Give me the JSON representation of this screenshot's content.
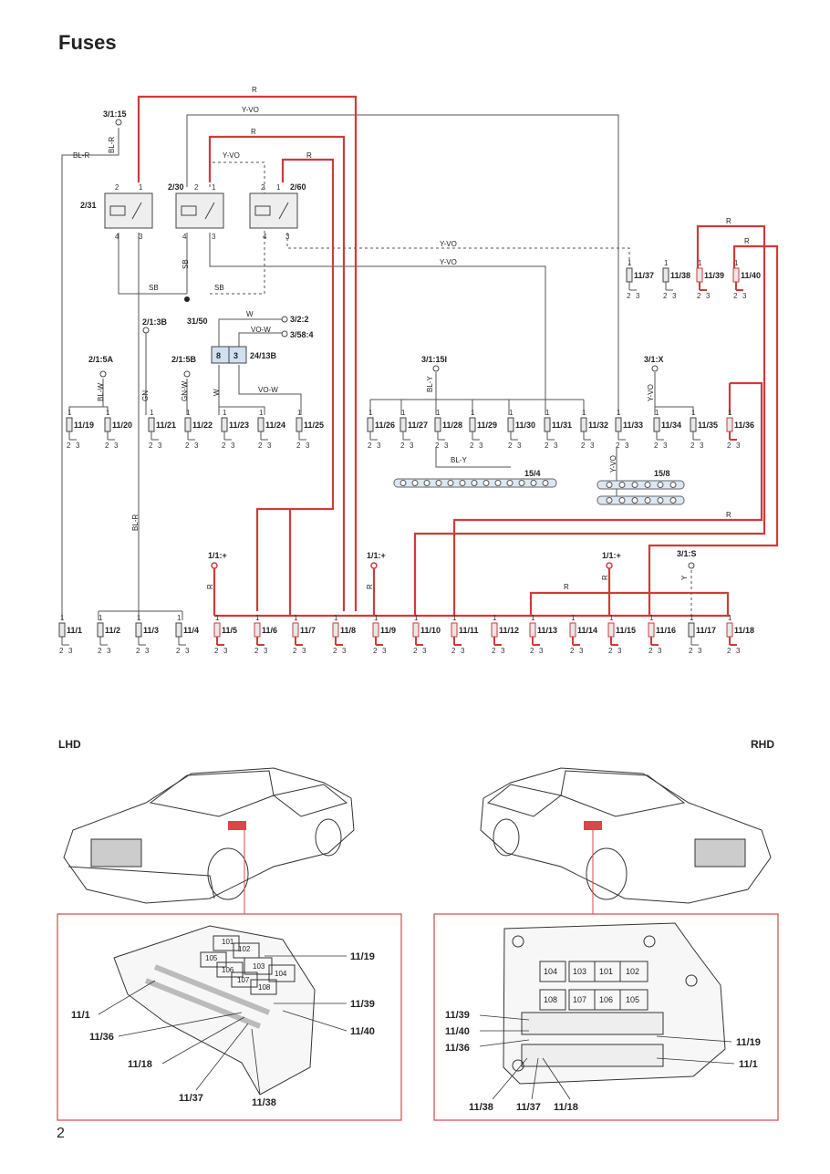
{
  "page": {
    "title": "Fuses",
    "page_number": "2"
  },
  "colors": {
    "red_wire": "#d23a3a",
    "frame": "#d9474a",
    "wire": "#555555"
  },
  "relays": [
    {
      "id": "2/31"
    },
    {
      "id": "2/30"
    },
    {
      "id": "2/60"
    }
  ],
  "connectors": {
    "c1": "3/1:15",
    "c2": "31/50",
    "c3": "2/1:3B",
    "c4": "2/1:5A",
    "c5": "2/1:5B",
    "c6": "3/2:2",
    "c7": "3/58:4",
    "c8": "24/13B",
    "c9": "3/1:15I",
    "c10": "3/1:X",
    "c11": "1/1:+",
    "c12": "3/1:S",
    "c13": "15/4",
    "c14": "15/8"
  },
  "relay_block_pins": {
    "left": "8",
    "right": "3"
  },
  "wire_labels": {
    "r": "R",
    "yvo": "Y-VO",
    "blr": "BL-R",
    "sb": "SB",
    "w": "W",
    "vow": "VO-W",
    "blw": "BL-W",
    "gn": "GN",
    "gnw": "GN-W",
    "bly": "BL-Y",
    "y": "Y"
  },
  "top_fuses": [
    "11/19",
    "11/20",
    "11/21",
    "11/22",
    "11/23",
    "11/24",
    "11/25",
    "11/26",
    "11/27",
    "11/28",
    "11/29",
    "11/30",
    "11/31",
    "11/32",
    "11/33",
    "11/34",
    "11/35",
    "11/36"
  ],
  "upper_fuses": [
    "11/37",
    "11/38",
    "11/39",
    "11/40"
  ],
  "bottom_fuses": [
    "11/1",
    "11/2",
    "11/3",
    "11/4",
    "11/5",
    "11/6",
    "11/7",
    "11/8",
    "11/9",
    "11/10",
    "11/11",
    "11/12",
    "11/13",
    "11/14",
    "11/15",
    "11/16",
    "11/17",
    "11/18"
  ],
  "fuse_pins": {
    "p1": "1",
    "p2": "2",
    "p3": "3",
    "p4": "4"
  },
  "location": {
    "lhd_label": "LHD",
    "rhd_label": "RHD",
    "lhd_relays": [
      "101",
      "102",
      "103",
      "104",
      "105",
      "106",
      "107",
      "108"
    ],
    "rhd_relays_top": [
      "104",
      "103",
      "101",
      "102"
    ],
    "rhd_relays_bottom": [
      "108",
      "107",
      "106",
      "105"
    ],
    "lhd_callouts": {
      "a": "11/19",
      "b": "11/39",
      "c": "11/40",
      "d": "11/1",
      "e": "11/36",
      "f": "11/18",
      "g": "11/37",
      "h": "11/38"
    },
    "rhd_callouts": {
      "a": "11/39",
      "b": "11/40",
      "c": "11/36",
      "d": "11/19",
      "e": "11/1",
      "f": "11/38",
      "g": "11/37",
      "h": "11/18"
    }
  }
}
